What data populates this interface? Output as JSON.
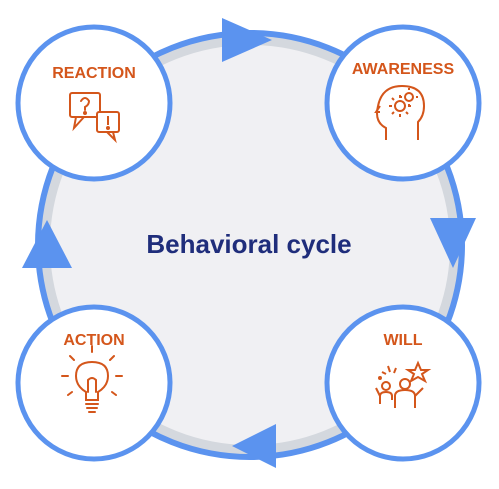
{
  "title": "Behavioral cycle",
  "stages": [
    {
      "label": "REACTION",
      "icon": "speech-bubbles-question-exclamation-icon"
    },
    {
      "label": "AWARENESS",
      "icon": "head-gears-icon"
    },
    {
      "label": "WILL",
      "icon": "celebrating-person-stars-icon"
    },
    {
      "label": "ACTION",
      "icon": "lightbulb-icon"
    }
  ],
  "colors": {
    "ring": "#5b93ef",
    "ring_shadow": "#d4d8de",
    "center_fill": "#f0f0f3",
    "title": "#1f2d7b",
    "stage_label": "#d4561b",
    "icon": "#d4561b",
    "circle_border": "#5b93ef",
    "circle_fill": "#ffffff"
  }
}
